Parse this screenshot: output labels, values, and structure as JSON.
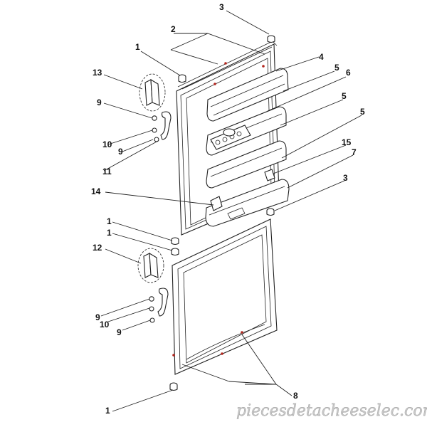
{
  "callouts": {
    "c1_top": "1",
    "c1_mid_a": "1",
    "c1_mid_b": "1",
    "c1_bottom": "1",
    "c2": "2",
    "c3_top": "3",
    "c3_mid": "3",
    "c4": "4",
    "c5_a": "5",
    "c5_b": "5",
    "c5_c": "5",
    "c6": "6",
    "c7": "7",
    "c8": "8",
    "c9_top_a": "9",
    "c9_top_b": "9",
    "c9_bot_a": "9",
    "c9_bot_b": "9",
    "c10_top": "10",
    "c10_bot": "10",
    "c11": "11",
    "c12": "12",
    "c13": "13",
    "c14": "14",
    "c15": "15"
  },
  "watermark": "piecesdetacheeselec.com",
  "colors": {
    "marker": "#b3261e",
    "line": "#222222"
  }
}
